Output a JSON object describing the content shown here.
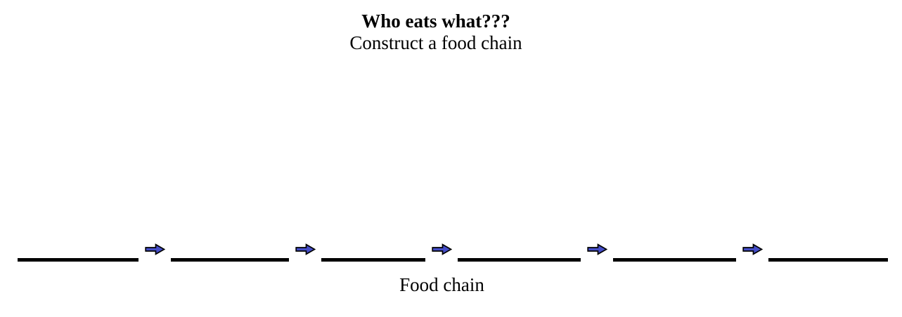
{
  "header": {
    "title": "Who eats what???",
    "subtitle": "Construct a food chain"
  },
  "food_chain": {
    "caption": "Food chain",
    "blank_count": 6,
    "arrow_count": 5,
    "arrow_icon": "right-block-arrow",
    "colors": {
      "arrow_fill": "#444DC8",
      "arrow_outline": "#000000",
      "blank_line": "#000000",
      "background": "#FFFFFF"
    }
  }
}
